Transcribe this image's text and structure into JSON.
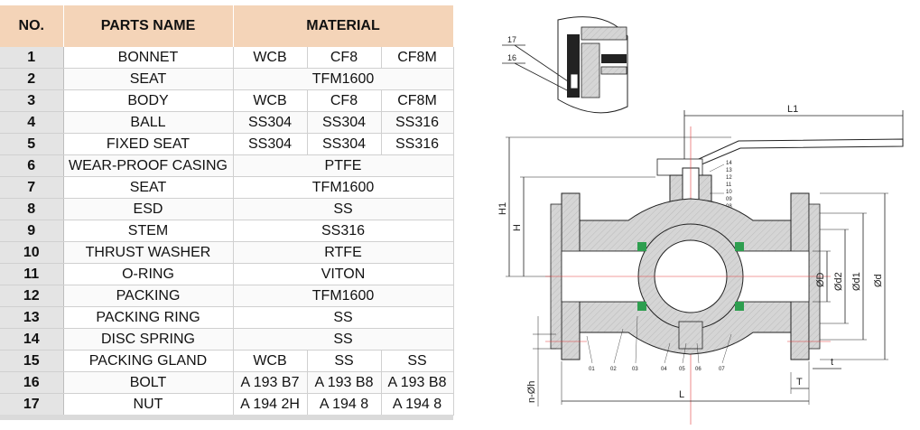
{
  "table": {
    "headers": {
      "no": "NO.",
      "parts_name": "PARTS NAME",
      "material": "MATERIAL"
    },
    "rows": [
      {
        "no": "1",
        "name": "BONNET",
        "materials": [
          "WCB",
          "CF8",
          "CF8M"
        ]
      },
      {
        "no": "2",
        "name": "SEAT",
        "materials": [
          "TFM1600"
        ]
      },
      {
        "no": "3",
        "name": "BODY",
        "materials": [
          "WCB",
          "CF8",
          "CF8M"
        ]
      },
      {
        "no": "4",
        "name": "BALL",
        "materials": [
          "SS304",
          "SS304",
          "SS316"
        ]
      },
      {
        "no": "5",
        "name": "FIXED SEAT",
        "materials": [
          "SS304",
          "SS304",
          "SS316"
        ]
      },
      {
        "no": "6",
        "name": "WEAR-PROOF CASING",
        "materials": [
          "PTFE"
        ]
      },
      {
        "no": "7",
        "name": "SEAT",
        "materials": [
          "TFM1600"
        ]
      },
      {
        "no": "8",
        "name": "ESD",
        "materials": [
          "SS"
        ]
      },
      {
        "no": "9",
        "name": "STEM",
        "materials": [
          "SS316"
        ]
      },
      {
        "no": "10",
        "name": "THRUST WASHER",
        "materials": [
          "RTFE"
        ]
      },
      {
        "no": "11",
        "name": "O-RING",
        "materials": [
          "VITON"
        ]
      },
      {
        "no": "12",
        "name": "PACKING",
        "materials": [
          "TFM1600"
        ]
      },
      {
        "no": "13",
        "name": "PACKING RING",
        "materials": [
          "SS"
        ]
      },
      {
        "no": "14",
        "name": "DISC SPRING",
        "materials": [
          "SS"
        ]
      },
      {
        "no": "15",
        "name": "PACKING GLAND",
        "materials": [
          "WCB",
          "SS",
          "SS"
        ]
      },
      {
        "no": "16",
        "name": "BOLT",
        "materials": [
          "A 193 B7",
          "A 193 B8",
          "A 193 B8"
        ]
      },
      {
        "no": "17",
        "name": "NUT",
        "materials": [
          "A 194 2H",
          "A 194 8",
          "A 194 8"
        ]
      }
    ]
  },
  "drawing": {
    "detail_callouts": [
      "17",
      "16"
    ],
    "dimensions": {
      "L1": "L1",
      "H1": "H1",
      "H": "H",
      "D": "ØD",
      "d2": "Ød2",
      "d1": "Ød1",
      "d": "Ød",
      "L": "L",
      "T": "T",
      "t": "t",
      "nh": "n-Øh"
    },
    "stem_callouts": [
      "14",
      "13",
      "12",
      "11",
      "10",
      "09",
      "08"
    ],
    "bottom_callouts": [
      "01",
      "02",
      "03",
      "04",
      "05",
      "06",
      "07"
    ]
  },
  "colors": {
    "header_bg": "#f4d4b8",
    "no_column_bg": "#e4e4e4",
    "body_fill": "#d5d5d5",
    "seal_green": "#2e9e4f",
    "centerline_red": "#e23b3b"
  }
}
